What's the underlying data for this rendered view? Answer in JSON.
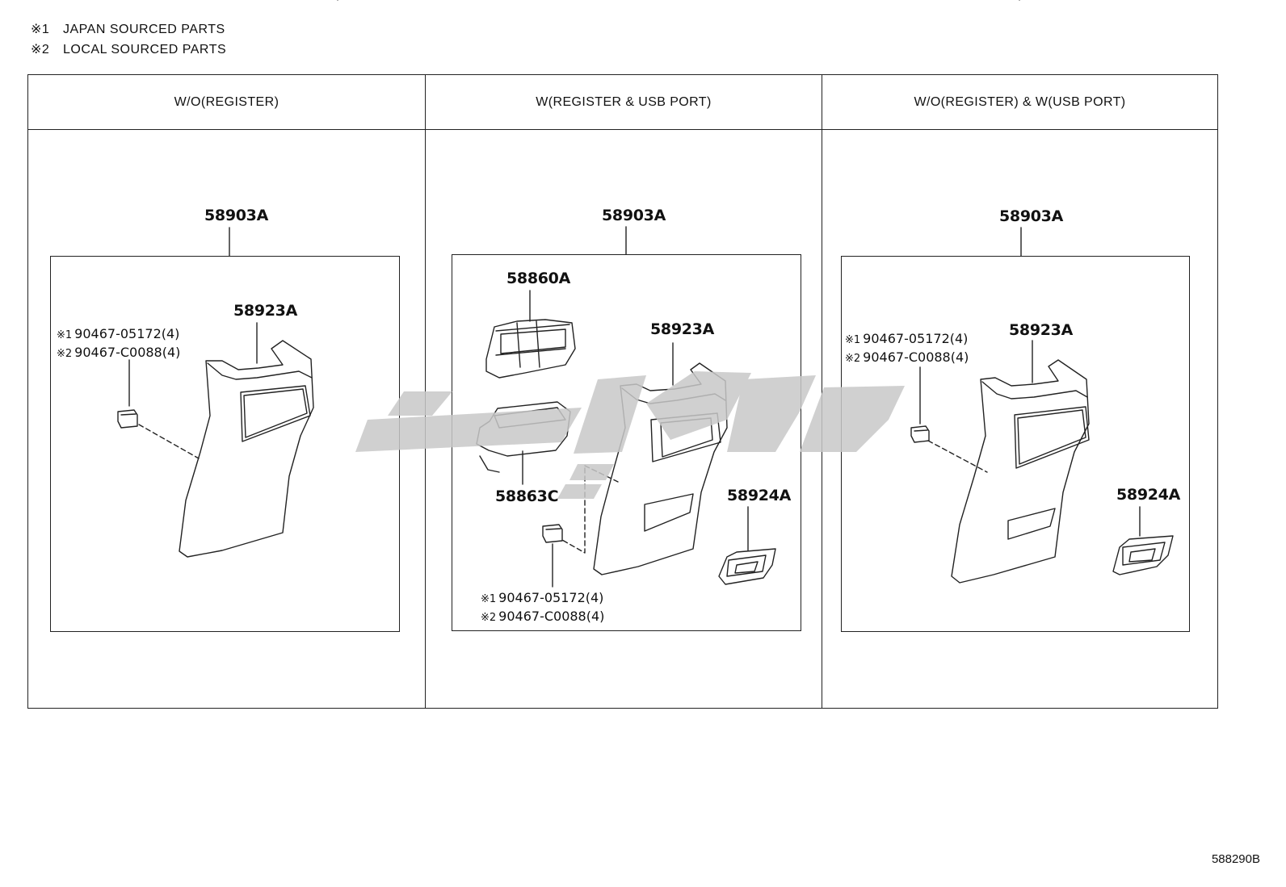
{
  "legend": [
    {
      "mark": "※1",
      "text": "JAPAN SOURCED PARTS"
    },
    {
      "mark": "※2",
      "text": "LOCAL SOURCED PARTS"
    }
  ],
  "columns": [
    {
      "header": "W/O(REGISTER)",
      "assembly": "58903A",
      "panel": "58923A",
      "clip_notes": [
        {
          "mark": "※1",
          "part": "90467-05172(4)"
        },
        {
          "mark": "※2",
          "part": "90467-C0088(4)"
        }
      ]
    },
    {
      "header": "W(REGISTER & USB PORT)",
      "assembly": "58903A",
      "register": "58860A",
      "usb_housing": "58863C",
      "panel": "58923A",
      "usb_port": "58924A",
      "clip_notes": [
        {
          "mark": "※1",
          "part": "90467-05172(4)"
        },
        {
          "mark": "※2",
          "part": "90467-C0088(4)"
        }
      ]
    },
    {
      "header": "W/O(REGISTER) & W(USB PORT)",
      "assembly": "58903A",
      "panel": "58923A",
      "usb_port": "58924A",
      "clip_notes": [
        {
          "mark": "※1",
          "part": "90467-05172(4)"
        },
        {
          "mark": "※2",
          "part": "90467-C0088(4)"
        }
      ]
    }
  ],
  "footer_code": "588290B",
  "colors": {
    "line": "#222222",
    "watermark": "#c8c8c8"
  }
}
